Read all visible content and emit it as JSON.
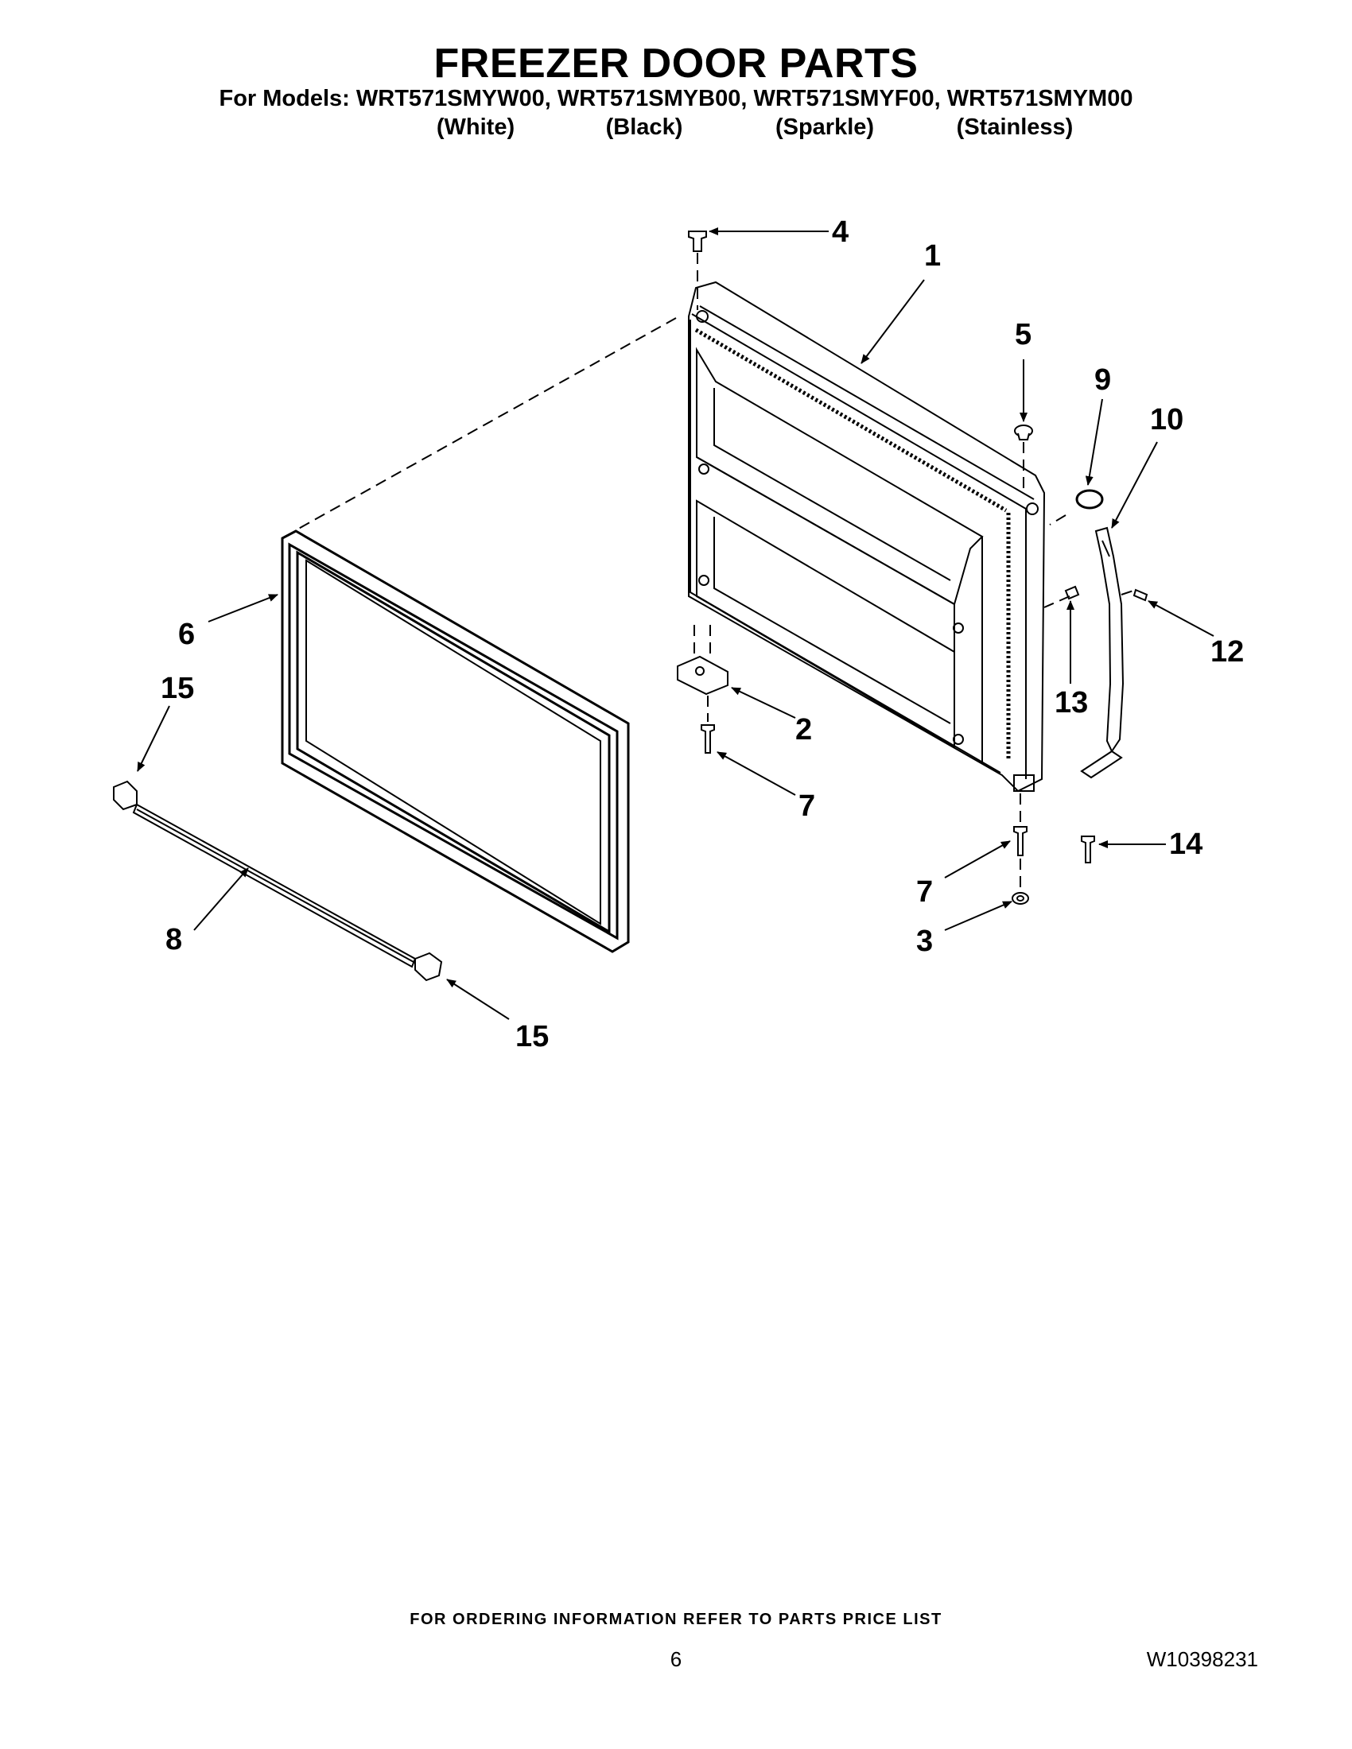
{
  "header": {
    "title": "FREEZER DOOR PARTS",
    "models_line": "For Models: WRT571SMYW00, WRT571SMYB00, WRT571SMYF00, WRT571SMYM00",
    "variants": [
      "(White)",
      "(Black)",
      "(Sparkle)",
      "(Stainless)"
    ]
  },
  "callouts": [
    {
      "id": "c4",
      "label": "4"
    },
    {
      "id": "c1",
      "label": "1"
    },
    {
      "id": "c5",
      "label": "5"
    },
    {
      "id": "c9",
      "label": "9"
    },
    {
      "id": "c10",
      "label": "10"
    },
    {
      "id": "c12",
      "label": "12"
    },
    {
      "id": "c13",
      "label": "13"
    },
    {
      "id": "c6",
      "label": "6"
    },
    {
      "id": "c15a",
      "label": "15"
    },
    {
      "id": "c2",
      "label": "2"
    },
    {
      "id": "c7a",
      "label": "7"
    },
    {
      "id": "c14",
      "label": "14"
    },
    {
      "id": "c7b",
      "label": "7"
    },
    {
      "id": "c3",
      "label": "3"
    },
    {
      "id": "c8",
      "label": "8"
    },
    {
      "id": "c15b",
      "label": "15"
    }
  ],
  "footer": {
    "ordering_info": "FOR ORDERING INFORMATION REFER TO PARTS PRICE LIST",
    "page_number": "6",
    "document_number": "W10398231"
  }
}
